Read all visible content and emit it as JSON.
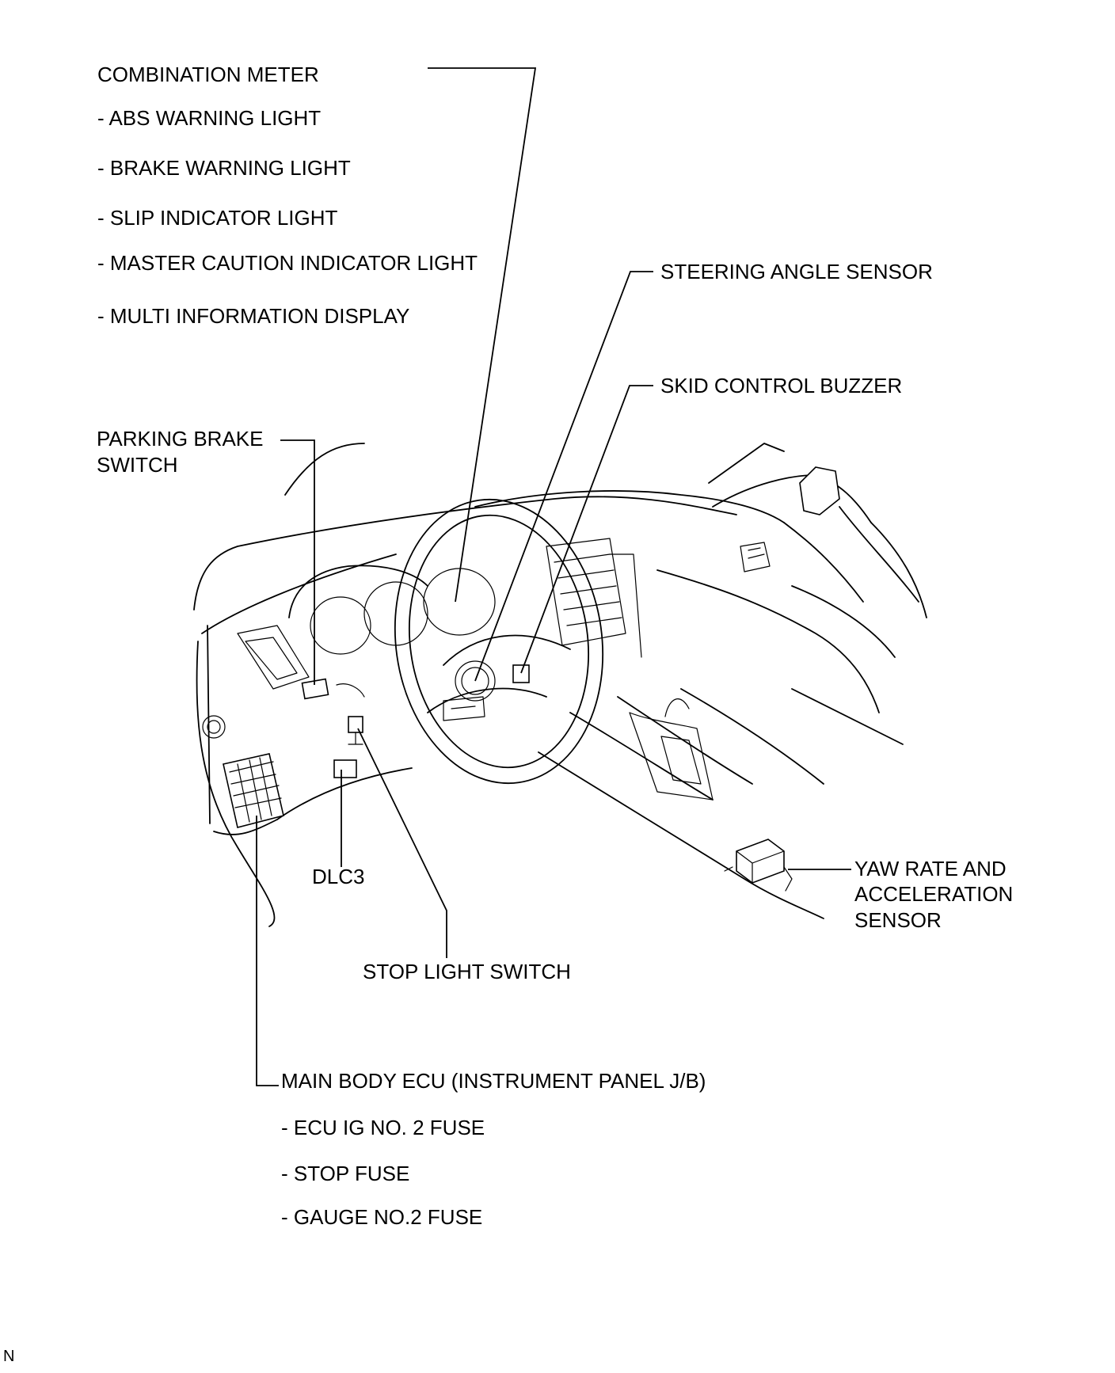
{
  "labels": {
    "combination_meter": {
      "title": "COMBINATION METER",
      "items": [
        "- ABS WARNING LIGHT",
        "- BRAKE WARNING LIGHT",
        "- SLIP INDICATOR LIGHT",
        "- MASTER CAUTION INDICATOR LIGHT",
        "- MULTI INFORMATION DISPLAY"
      ]
    },
    "steering_angle_sensor": "STEERING ANGLE SENSOR",
    "skid_control_buzzer": "SKID CONTROL BUZZER",
    "parking_brake_switch": [
      "PARKING BRAKE",
      "SWITCH"
    ],
    "dlc3": "DLC3",
    "stop_light_switch": "STOP LIGHT SWITCH",
    "yaw_rate_sensor": [
      "YAW RATE AND",
      "ACCELERATION",
      "SENSOR"
    ],
    "main_body_ecu": {
      "title": "MAIN BODY ECU (INSTRUMENT PANEL J/B)",
      "items": [
        "- ECU IG NO. 2 FUSE",
        "- STOP FUSE",
        "- GAUGE NO.2 FUSE"
      ]
    },
    "corner_mark": "N"
  }
}
